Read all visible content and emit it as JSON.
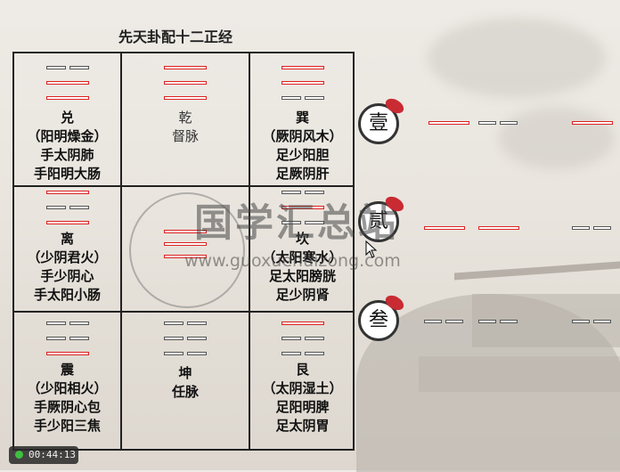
{
  "title": "先天卦配十二正经",
  "watermark": {
    "text": "国学汇总站",
    "url": "www.guoxuehuizong.com"
  },
  "timer": "00:44:13",
  "grid": [
    {
      "name": "兑",
      "detail": [
        "（阳明燥金）",
        "手太阴肺",
        "手阳明大肠"
      ]
    },
    {
      "name": "乾",
      "detail": [
        "督脉"
      ]
    },
    {
      "name": "巽",
      "detail": [
        "（厥阴风木）",
        "足少阳胆",
        "足厥阴肝"
      ]
    },
    {
      "name": "离",
      "detail": [
        "（少阴君火）",
        "手少阴心",
        "手太阳小肠"
      ]
    },
    {
      "name": "",
      "detail": []
    },
    {
      "name": "坎",
      "detail": [
        "（太阳寒水）",
        "足太阳膀胱",
        "足少阴肾"
      ]
    },
    {
      "name": "震",
      "detail": [
        "（少阳相火）",
        "手厥阴心包",
        "手少阳三焦"
      ]
    },
    {
      "name": "坤",
      "detail": [
        "任脉"
      ]
    },
    {
      "name": "艮",
      "detail": [
        "（太阴湿土）",
        "足阳明脾",
        "足太阴胃"
      ]
    }
  ],
  "medallions": [
    "壹",
    "贰",
    "叁"
  ],
  "colors": {
    "yang_line": "#dd2222",
    "yin_line": "#555555",
    "fish": "#c92b32",
    "timer_dot": "#3fbf3f"
  }
}
